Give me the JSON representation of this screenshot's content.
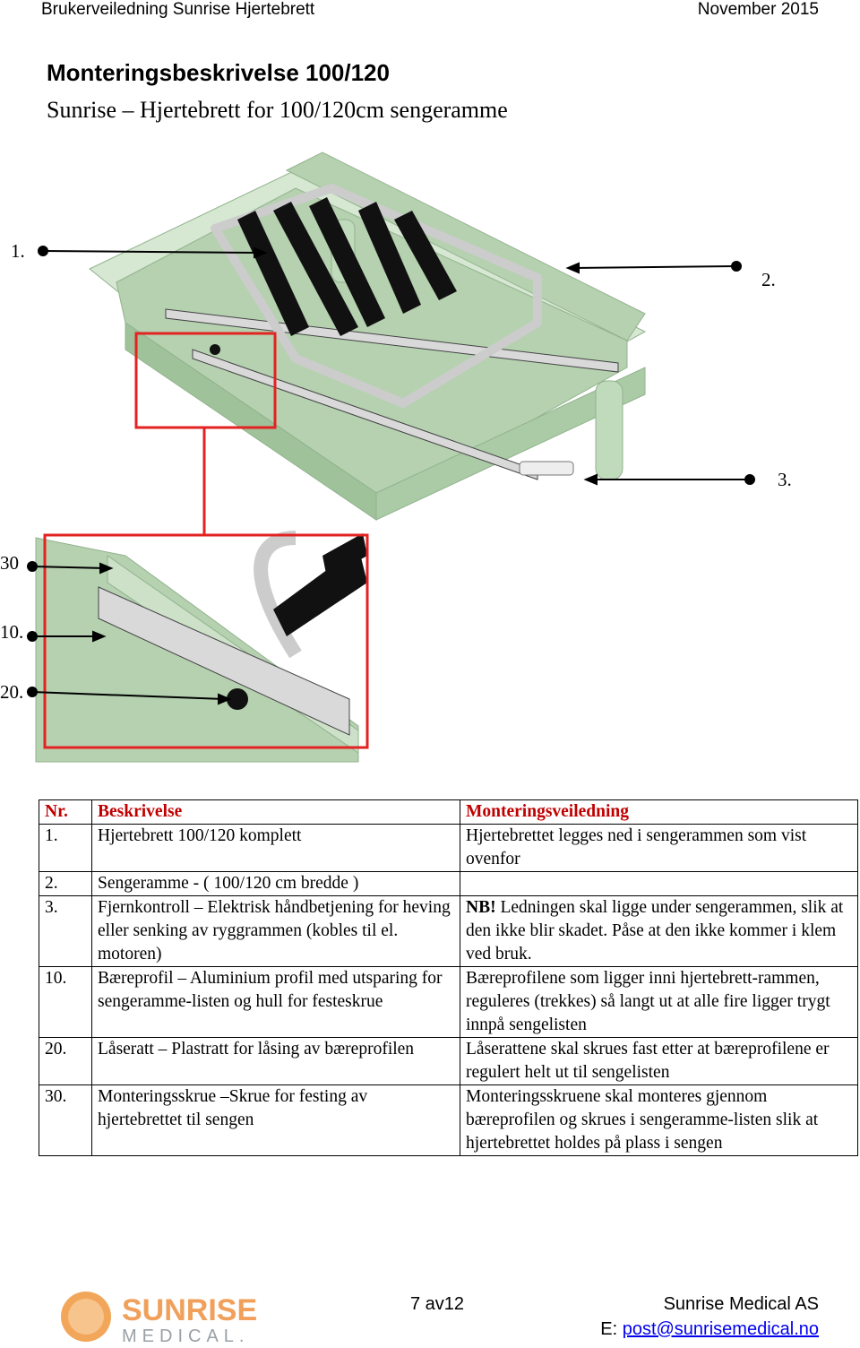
{
  "header": {
    "left": "Brukerveiledning Sunrise Hjertebrett",
    "right": "November 2015"
  },
  "title": "Monteringsbeskrivelse 100/120",
  "subtitle": "Sunrise – Hjertebrett for 100/120cm sengeramme",
  "figure": {
    "callouts": [
      "1.",
      "2.",
      "3.",
      "30",
      "10.",
      "20."
    ],
    "colors": {
      "frame": "#a9c9a3",
      "highlight": "#e32222",
      "strap": "#111111",
      "rail": "#d9d9d9"
    }
  },
  "table": {
    "headers": {
      "nr": "Nr.",
      "desc": "Beskrivelse",
      "guide": "Monteringsveiledning"
    },
    "rows": [
      {
        "nr": "1.",
        "desc": "Hjertebrett 100/120 komplett",
        "guide": "Hjertebrettet legges ned i sengerammen som vist ovenfor"
      },
      {
        "nr": "2.",
        "desc": "Sengeramme - ( 100/120 cm bredde )",
        "guide": ""
      },
      {
        "nr": "3.",
        "desc": "Fjernkontroll – Elektrisk håndbetjening for heving eller senking av ryggrammen (kobles til el. motoren)",
        "guide_bold": "NB!",
        "guide": " Ledningen skal ligge under sengerammen, slik at den ikke blir skadet. Påse at den ikke kommer i klem ved bruk."
      },
      {
        "nr": "10.",
        "desc": "Bæreprofil – Aluminium profil med utsparing for sengeramme-listen og hull for festeskrue",
        "guide": "Bæreprofilene som ligger inni hjertebrett-rammen, reguleres (trekkes) så langt ut at alle fire ligger trygt innpå sengelisten"
      },
      {
        "nr": "20.",
        "desc": "Låseratt – Plastratt for låsing av bæreprofilen",
        "guide": "Låserattene skal skrues fast etter at bæreprofilene er regulert helt ut til sengelisten"
      },
      {
        "nr": "30.",
        "desc": "Monteringsskrue –Skrue for festing av hjertebrettet til sengen",
        "guide": "Monteringsskruene skal monteres gjennom bæreprofilen og skrues i sengeramme-listen slik at hjertebrettet holdes på plass i sengen"
      }
    ]
  },
  "footer": {
    "page": "7 av12",
    "company": "Sunrise Medical AS",
    "email_prefix": "E: ",
    "email": "post@sunrisemedical.no",
    "logo_top": "SUNRISE",
    "logo_bottom": "MEDICAL."
  }
}
